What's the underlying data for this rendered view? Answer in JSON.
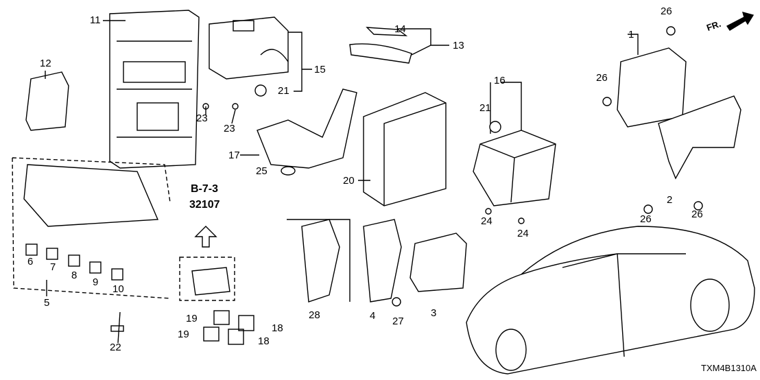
{
  "callouts": [
    "11",
    "12",
    "23",
    "23",
    "21",
    "15",
    "14",
    "13",
    "16",
    "21",
    "17",
    "25",
    "20",
    "24",
    "24",
    "1",
    "26",
    "26",
    "26",
    "26",
    "2",
    "5",
    "6",
    "7",
    "8",
    "9",
    "10",
    "22",
    "19",
    "19",
    "18",
    "18",
    "28",
    "4",
    "27",
    "3"
  ],
  "reference": {
    "section": "B-7-3",
    "number": "32107"
  },
  "direction_label": "FR.",
  "diagram_code": "TXM4B1310A"
}
